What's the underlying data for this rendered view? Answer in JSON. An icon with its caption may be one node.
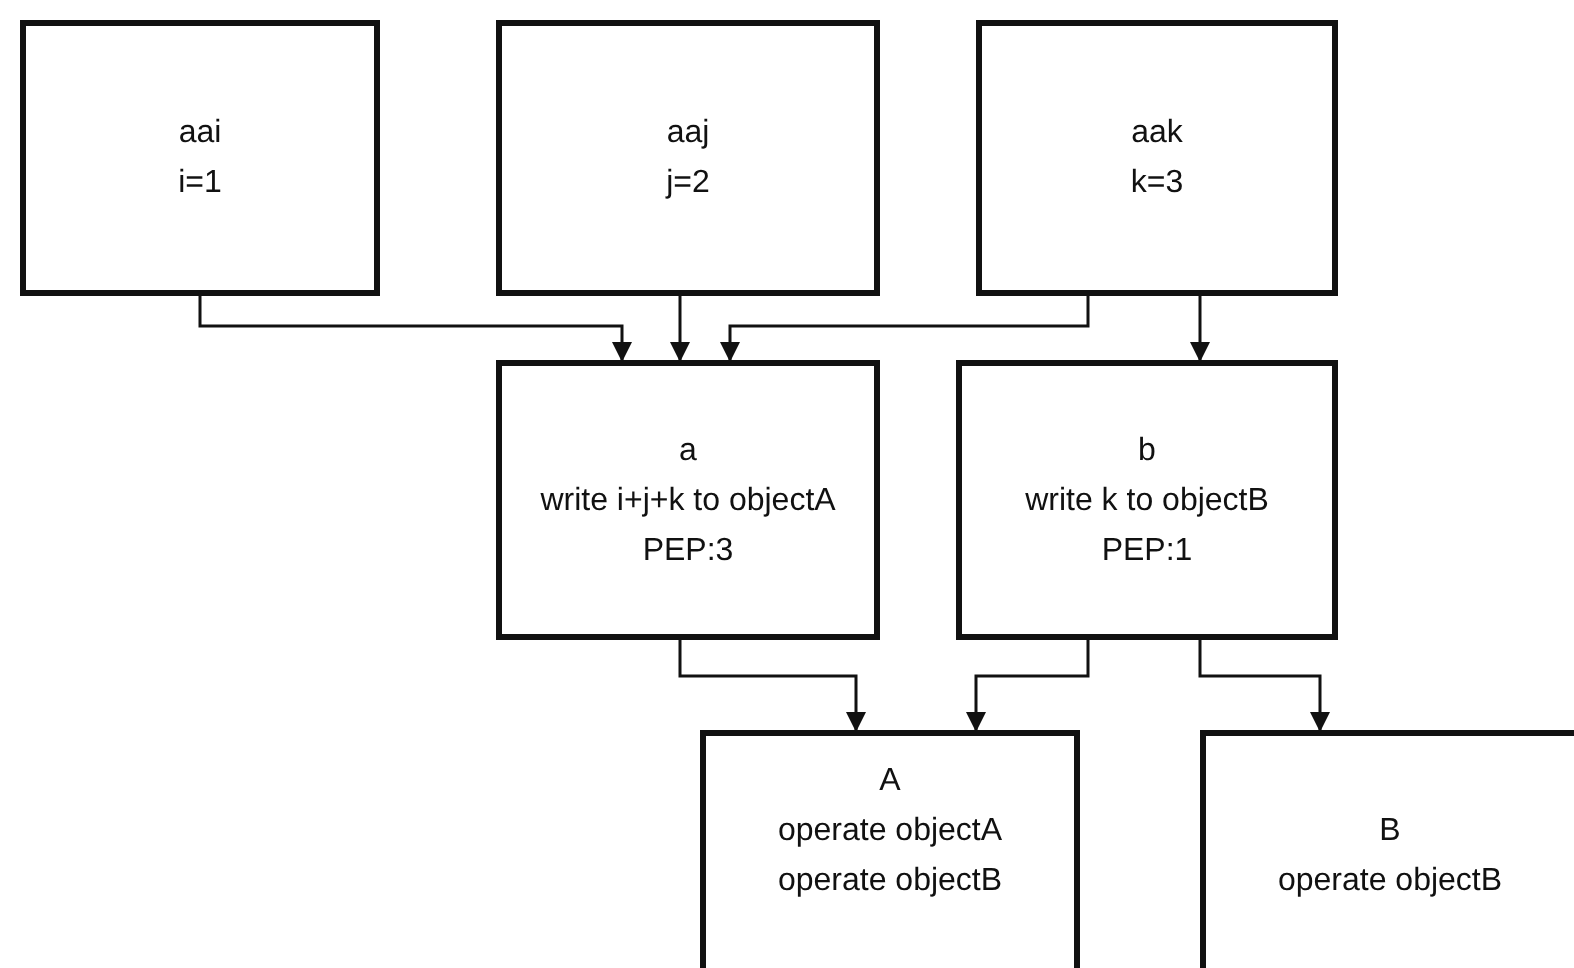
{
  "diagram": {
    "nodes": [
      {
        "text": [
          "aai",
          "i=1"
        ]
      },
      {
        "text": [
          "aaj",
          "j=2"
        ]
      },
      {
        "text": [
          "aak",
          "k=3"
        ]
      },
      {
        "text": [
          "a",
          "write i+j+k to objectA",
          "PEP:3"
        ]
      },
      {
        "text": [
          "b",
          "write k to objectB",
          "PEP:1"
        ]
      },
      {
        "text": [
          "A",
          "operate objectA",
          "operate objectB"
        ]
      },
      {
        "text": [
          "B",
          "operate objectB"
        ]
      }
    ],
    "edges": [
      {
        "from": 0,
        "to": 3,
        "arrow": "to"
      },
      {
        "from": 1,
        "to": 3,
        "arrow": "to"
      },
      {
        "from": 2,
        "to": 3,
        "arrow": "to"
      },
      {
        "from": 2,
        "to": 4,
        "arrow": "to"
      },
      {
        "from": 3,
        "to": 5,
        "arrow": "to"
      },
      {
        "from": 4,
        "to": 5,
        "arrow": "to"
      },
      {
        "from": 4,
        "to": 6,
        "arrow": "to"
      }
    ]
  }
}
